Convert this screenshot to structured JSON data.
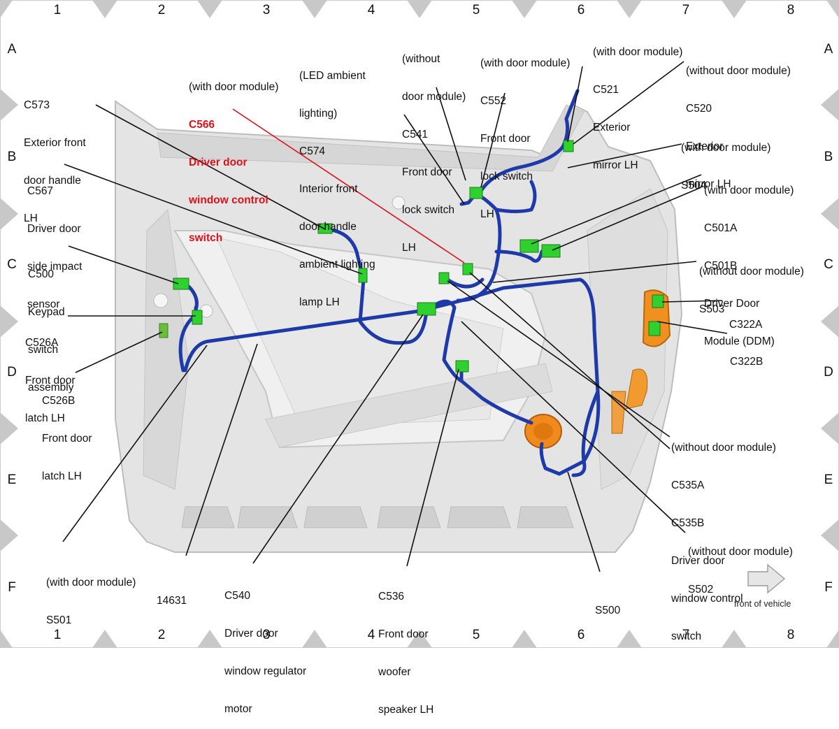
{
  "grid": {
    "columns": [
      "1",
      "2",
      "3",
      "4",
      "5",
      "6",
      "7",
      "8"
    ],
    "rows": [
      "A",
      "B",
      "C",
      "D",
      "E",
      "F"
    ]
  },
  "callouts": [
    {
      "id": "c573",
      "lines": [
        "C573",
        "Exterior front",
        "door handle",
        "LH"
      ]
    },
    {
      "id": "c566",
      "lines": [
        "(with door module)"
      ],
      "red_lines": [
        "C566",
        "Driver door",
        "window control",
        "switch"
      ]
    },
    {
      "id": "c574",
      "lines": [
        "(LED ambient",
        "lighting)",
        "C574",
        "Interior front",
        "door handle",
        "ambient lighting",
        "lamp LH"
      ]
    },
    {
      "id": "c541",
      "lines": [
        "(without",
        "door module)",
        "C541",
        "Front door",
        "lock switch",
        "LH"
      ]
    },
    {
      "id": "c552",
      "lines": [
        "(with door module)",
        "C552",
        "Front door",
        "lock switch",
        "LH"
      ]
    },
    {
      "id": "c521",
      "lines": [
        "(with door module)",
        "C521",
        "Exterior",
        "mirror LH"
      ]
    },
    {
      "id": "c520",
      "lines": [
        "(without door module)",
        "C520",
        "Exterior",
        "mirror LH"
      ]
    },
    {
      "id": "s504",
      "lines": [
        "(with door module)",
        "S504"
      ]
    },
    {
      "id": "c501",
      "lines": [
        "(with door module)",
        "C501A",
        "C501B",
        "Driver Door",
        "Module (DDM)"
      ]
    },
    {
      "id": "s503",
      "lines": [
        "(without door module)",
        "S503"
      ]
    },
    {
      "id": "c567",
      "lines": [
        "C567",
        "Driver door",
        "side impact",
        "sensor"
      ]
    },
    {
      "id": "c500",
      "lines": [
        "C500",
        "Keypad",
        "switch",
        "assembly"
      ]
    },
    {
      "id": "c526a",
      "lines": [
        "C526A",
        "Front door",
        "latch LH"
      ]
    },
    {
      "id": "c526b",
      "lines": [
        "C526B",
        "Front door",
        "latch LH"
      ]
    },
    {
      "id": "c322a",
      "lines": [
        "C322A"
      ]
    },
    {
      "id": "c322b",
      "lines": [
        "C322B"
      ]
    },
    {
      "id": "c535",
      "lines": [
        "(without door module)",
        "C535A",
        "C535B",
        "Driver door",
        "window control",
        "switch"
      ]
    },
    {
      "id": "s502",
      "lines": [
        "(without door module)",
        "S502"
      ]
    },
    {
      "id": "s501",
      "lines": [
        "(with door module)",
        "S501"
      ]
    },
    {
      "id": "n14631",
      "lines": [
        "14631"
      ]
    },
    {
      "id": "c540",
      "lines": [
        "C540",
        "Driver door",
        "window regulator",
        "motor"
      ]
    },
    {
      "id": "c536",
      "lines": [
        "C536",
        "Front door",
        "woofer",
        "speaker LH"
      ]
    },
    {
      "id": "s500",
      "lines": [
        "S500"
      ]
    }
  ],
  "front_of_vehicle": "front of vehicle",
  "colors": {
    "harness": "#1e3aa8",
    "connector": "#2fd12f",
    "connector_alt": "#6abf3a",
    "speaker": "#f08a1c",
    "leader_highlight": "#e0101a",
    "door_panel": "#e2e2e2"
  }
}
